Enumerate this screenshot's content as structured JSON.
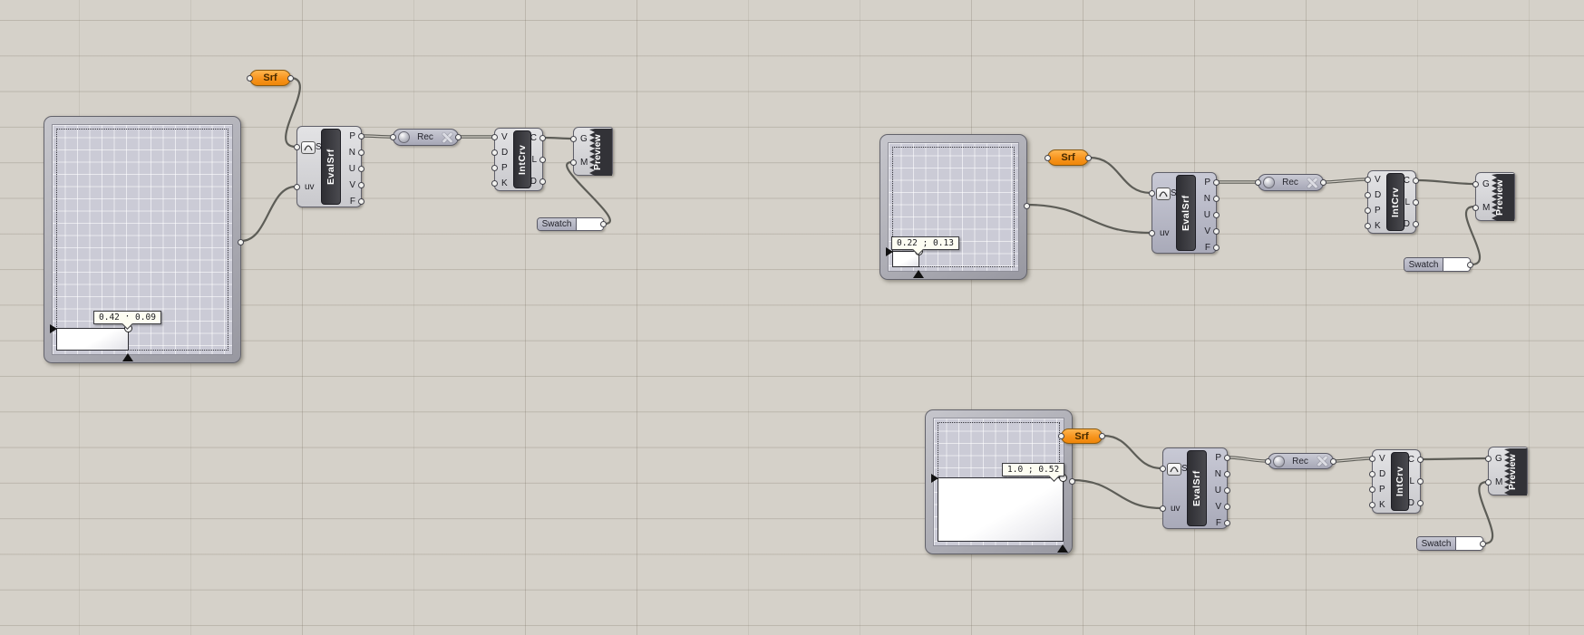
{
  "palette": {
    "canvas_bg": "#d5d1c9",
    "grid_line": "#b9b3a7",
    "param_orange": "#f7941d",
    "component_dark_bar": "#323237",
    "wire": "#5d5d57",
    "slider_field_bg": "#cbcbd6",
    "swatch_color": "#ffffff"
  },
  "labels": {
    "srf": "Srf",
    "evalsrf": "EvalSrf",
    "rec": "Rec",
    "intcrv": "IntCrv",
    "preview": "Preview",
    "swatch": "Swatch"
  },
  "ports": {
    "evalsrf_in": [
      "S",
      "uv"
    ],
    "evalsrf_out": [
      "P",
      "N",
      "U",
      "V",
      "F"
    ],
    "intcrv_in": [
      "V",
      "D",
      "P",
      "K"
    ],
    "intcrv_out": [
      "C",
      "L",
      "D"
    ],
    "preview_in": [
      "G",
      "M"
    ]
  },
  "sliders": [
    {
      "readout": "0.42 ; 0.09",
      "u": 0.42,
      "v": 0.09
    },
    {
      "readout": "0.22 ; 0.13",
      "u": 0.22,
      "v": 0.13
    },
    {
      "readout": "1.0 ; 0.52",
      "u": 1.0,
      "v": 0.52
    }
  ]
}
